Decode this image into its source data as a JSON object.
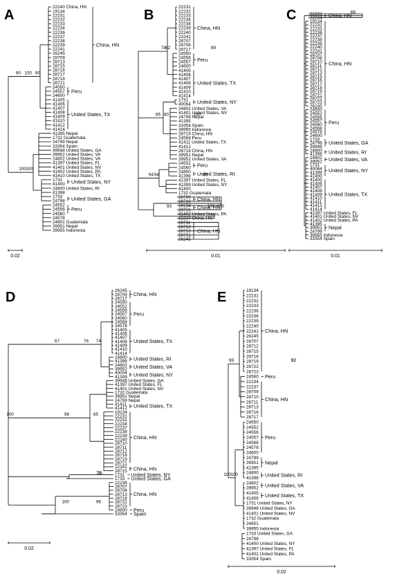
{
  "panels": [
    {
      "letter": "A",
      "scale_label": "0.02",
      "groups": [
        {
          "label": "China, HN",
          "tips": [
            "22240 China, HN",
            "19134",
            "22231",
            "22232",
            "22233",
            "22234",
            "22236",
            "22237",
            "22238",
            "22239",
            "22241",
            "26245",
            "28709",
            "28713",
            "28715",
            "28716",
            "28717",
            "28718",
            "28721"
          ]
        },
        {
          "label": "Peru",
          "tips": [
            "24550",
            "24557",
            "24600"
          ]
        },
        {
          "label": "United States, TX",
          "tips": [
            "41405",
            "41406",
            "41407",
            "41408",
            "41409",
            "41410",
            "41412",
            "41414"
          ]
        },
        {
          "label": "",
          "tips": [
            "41395 Nepal",
            "1732 Guatemala",
            "24799 Nepal",
            "33354 Spain",
            "39948 United States, GA",
            "39952 United States, VA",
            "24802 United States, VA",
            "41397 United States, FL",
            "41401 United States, NV",
            "41402 United States, PA",
            "41410 United States, TX"
          ]
        },
        {
          "label": "United States, NY",
          "tips": [
            "1731",
            "41400"
          ]
        },
        {
          "label": "",
          "tips": [
            "24800 United States, RI",
            "41398"
          ]
        },
        {
          "label": "United States, GA",
          "tips": [
            "1733",
            "24798"
          ]
        },
        {
          "label": "Peru",
          "tips": [
            "24552",
            "24556",
            "24560"
          ]
        },
        {
          "label": "",
          "tips": [
            "24578",
            "24801 Guatemala",
            "39951 Nepal",
            "39955 Indonesia"
          ]
        }
      ],
      "bootstrap": [
        "90",
        "100",
        "90",
        "100",
        "100"
      ]
    },
    {
      "letter": "B",
      "scale_label": "0.01",
      "groups": [
        {
          "label": "China, HN",
          "tips": [
            "22231",
            "22232",
            "22233",
            "22236",
            "22238",
            "22239",
            "22240",
            "22241",
            "28707",
            "28708",
            "28717"
          ]
        },
        {
          "label": "Peru",
          "tips": [
            "24550",
            "24556",
            "24557",
            "24600"
          ]
        },
        {
          "label": "United States, TX",
          "tips": [
            "41405",
            "41406",
            "41407",
            "41408",
            "41409",
            "41410",
            "41414"
          ]
        },
        {
          "label": "United States, NY",
          "tips": [
            "1731",
            "40064"
          ]
        },
        {
          "label": "",
          "tips": [
            "24802 United States, VA",
            "41401 United States, NV",
            "24799 Nepal",
            "41395",
            "33354 Spain",
            "39955 Indonesia",
            "28719 China, HN",
            "24568 Peru",
            "41411 United States, TX",
            "41412",
            "28718 China, HN",
            "39951 Nepal",
            "39952 United States, VA"
          ]
        },
        {
          "label": "Peru",
          "tips": [
            "24552",
            "24560"
          ]
        },
        {
          "label": "United States, RI",
          "tips": [
            "24800",
            "41398"
          ]
        },
        {
          "label": "",
          "tips": [
            "41397 United States, FL",
            "41399 United States, NY",
            "41400",
            "1732 Guatemala"
          ]
        },
        {
          "label": "China, HN",
          "tips": [
            "28709",
            "28710"
          ]
        },
        {
          "label": "China, HN",
          "tips": [
            "19134",
            "28716"
          ]
        },
        {
          "label": "",
          "tips": [
            "41402 United States, PA",
            "22237 China, HN"
          ]
        },
        {
          "label": "China, HN",
          "tips": [
            "28711",
            "28712",
            "28713",
            "28721",
            "26245"
          ]
        }
      ],
      "bootstrap": [
        "78",
        "65",
        "94",
        "93",
        "82",
        "80",
        "80",
        "100",
        "89",
        "100",
        "94",
        "100"
      ]
    },
    {
      "letter": "C",
      "scale_label": "0.01",
      "groups": [
        {
          "label": "China, HN",
          "tips": [
            "22231",
            "22234"
          ]
        },
        {
          "label": "China, HN",
          "tips": [
            "19134",
            "22232",
            "22233",
            "22236",
            "22237",
            "22238",
            "22239",
            "22240",
            "22241",
            "28707",
            "28708",
            "28710",
            "28711",
            "28712",
            "28713",
            "28715",
            "28716",
            "28717",
            "28718",
            "28719",
            "28721",
            "28722",
            "28723",
            "26245"
          ]
        },
        {
          "label": "Peru",
          "tips": [
            "24550",
            "24552",
            "24556",
            "24557",
            "24560",
            "24568",
            "24578",
            "24600"
          ]
        },
        {
          "label": "United States, GA",
          "tips": [
            "1733",
            "24798",
            "39948"
          ]
        },
        {
          "label": "United States, RI",
          "tips": [
            "24800",
            "41398"
          ]
        },
        {
          "label": "United States, VA",
          "tips": [
            "24802",
            "39952"
          ]
        },
        {
          "label": "United States, NY",
          "tips": [
            "1731",
            "40064",
            "41399",
            "41400"
          ]
        },
        {
          "label": "United States, TX",
          "tips": [
            "41405",
            "41406",
            "41407",
            "41408",
            "41409",
            "41410",
            "41411",
            "41412",
            "41414"
          ]
        },
        {
          "label": "",
          "tips": [
            "41397 United States, FL",
            "41401 United States, NV",
            "41402 United States, PA"
          ]
        },
        {
          "label": "Nepal",
          "tips": [
            "41395",
            "39951",
            "24799"
          ]
        },
        {
          "label": "",
          "tips": [
            "39955 Indonesia",
            "33354 Spain"
          ]
        }
      ],
      "bootstrap": [
        "68"
      ]
    },
    {
      "letter": "D",
      "scale_label": "0.02",
      "groups": [
        {
          "label": "China, HN",
          "tips": [
            "26245",
            "28709",
            "28717"
          ]
        },
        {
          "label": "Peru",
          "tips": [
            "24550",
            "24552",
            "24556",
            "24557",
            "24560",
            "24568",
            "24578"
          ]
        },
        {
          "label": "United States, TX",
          "tips": [
            "41405",
            "41406",
            "41407",
            "41408",
            "41409",
            "41410",
            "41414"
          ]
        },
        {
          "label": "United States, RI",
          "tips": [
            "24800",
            "41398"
          ]
        },
        {
          "label": "United States, VA",
          "tips": [
            "24802",
            "39952"
          ]
        },
        {
          "label": "United States, NY",
          "tips": [
            "40004",
            "41399"
          ]
        },
        {
          "label": "",
          "tips": [
            "39948 United States, GA",
            "41397 United States, FL",
            "41401 United States, NV",
            "1732 Guatemala",
            "39951 Nepal",
            "24799 Nepal"
          ]
        },
        {
          "label": "United States, TX",
          "tips": [
            "41411",
            "41412"
          ]
        },
        {
          "label": "China, HN",
          "tips": [
            "19134",
            "22231",
            "22232",
            "22234",
            "22237",
            "22238",
            "22239",
            "22240",
            "28710",
            "28711",
            "28712",
            "28716",
            "28719",
            "28721"
          ]
        },
        {
          "label": "China, HN",
          "tips": [
            "22241",
            "28715"
          ]
        },
        {
          "label": "United States, NY",
          "tips": [
            "1731"
          ]
        },
        {
          "label": "United States, GA",
          "tips": [
            "1733"
          ]
        },
        {
          "label": "China, HN",
          "tips": [
            "22236",
            "28707",
            "28708",
            "28713",
            "28718",
            "28722",
            "28723"
          ]
        },
        {
          "label": "Peru",
          "tips": [
            "24600"
          ]
        },
        {
          "label": "Spain",
          "tips": [
            "33354"
          ]
        }
      ],
      "bootstrap": [
        "74",
        "65",
        "71",
        "96",
        "76",
        "98",
        "78",
        "100",
        "67",
        "100"
      ]
    },
    {
      "letter": "E",
      "scale_label": "0.02",
      "groups": [
        {
          "label": "China, HN",
          "tips": [
            "19134",
            "22231",
            "22232",
            "22233",
            "22236",
            "22238",
            "22239",
            "22240",
            "22241",
            "26245",
            "28707",
            "28712",
            "28715",
            "28718",
            "28719",
            "28722",
            "28723"
          ]
        },
        {
          "label": "Peru",
          "tips": [
            "24560"
          ]
        },
        {
          "label": "China, HN",
          "tips": [
            "22234",
            "22237",
            "28709",
            "28710",
            "28711",
            "28713",
            "28716",
            "28717"
          ]
        },
        {
          "label": "Peru",
          "tips": [
            "24550",
            "24552",
            "24556",
            "24557",
            "24568",
            "24578",
            "24600"
          ]
        },
        {
          "label": "Nepal",
          "tips": [
            "24799",
            "39951",
            "41395"
          ]
        },
        {
          "label": "United States, RI",
          "tips": [
            "24800",
            "41398"
          ]
        },
        {
          "label": "United States, VA",
          "tips": [
            "24802",
            "39952"
          ]
        },
        {
          "label": "United States, TX",
          "tips": [
            "41405",
            "41406"
          ]
        },
        {
          "label": "",
          "tips": [
            "1731 United States, NY",
            "39948 United States, GA",
            "41401 United States, NV",
            "1732 Guatemala",
            "24801",
            "39955 Indonesia"
          ]
        },
        {
          "label": "",
          "tips": [
            "1733 United States, GA",
            "24798",
            "41400 United States, NY",
            "41397 United States, FL",
            "41402 United States, PA",
            "33354 Spain"
          ]
        }
      ],
      "bootstrap": [
        "92",
        "100",
        "92",
        "100",
        "99"
      ]
    }
  ]
}
